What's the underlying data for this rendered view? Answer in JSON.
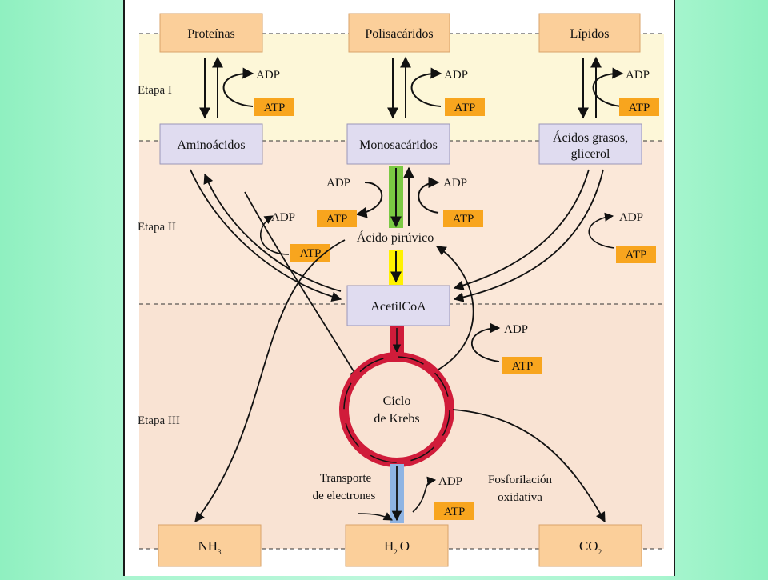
{
  "stages": {
    "stage1": "Etapa I",
    "stage2": "Etapa II",
    "stage3": "Etapa III"
  },
  "top_boxes": {
    "proteins": "Proteínas",
    "polysaccharides": "Polisacáridos",
    "lipids": "Lípidos"
  },
  "mid_boxes": {
    "amino_acids": "Aminoácidos",
    "monosaccharides": "Monosacáridos",
    "fatty_acids_line1": "Ácidos grasos,",
    "fatty_acids_line2": "glicerol"
  },
  "center": {
    "pyruvic_acid": "Ácido pirúvico",
    "acetyl_coa": "AcetilCoA",
    "krebs_line1": "Ciclo",
    "krebs_line2": "de Krebs"
  },
  "labels": {
    "adp": "ADP",
    "atp": "ATP",
    "electron_transport_line1": "Transporte",
    "electron_transport_line2": "de electrones",
    "oxidative_phos_line1": "Fosforilación",
    "oxidative_phos_line2": "oxidativa"
  },
  "bottom_boxes": {
    "nh3_base": "NH",
    "nh3_sub": "3",
    "h2o_h": "H",
    "h2o_sub": "2",
    "h2o_o": "O",
    "co2_base": "CO",
    "co2_sub": "2"
  },
  "colors": {
    "stage1_band": "#fdf7d8",
    "stage2_band": "#fbe8d9",
    "stage3_band": "#f9e3d3",
    "top_box_fill": "#fbcf9a",
    "mid_box_fill": "#e0dcf0",
    "atp_fill": "#f8a51e",
    "green_bar": "#7ac943",
    "yellow_bar": "#fff200",
    "red_cycle": "#d01c3a",
    "blue_bar": "#8fb4e3"
  }
}
